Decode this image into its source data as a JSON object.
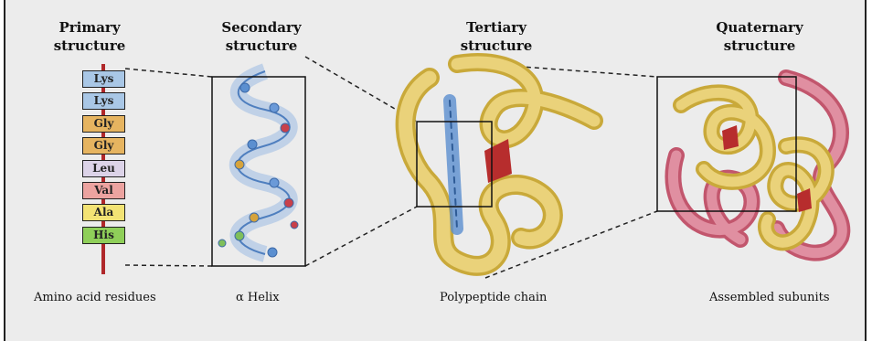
{
  "headings": {
    "primary": [
      "Primary",
      "structure"
    ],
    "secondary": [
      "Secondary",
      "structure"
    ],
    "tertiary": [
      "Tertiary",
      "structure"
    ],
    "quaternary": [
      "Quaternary",
      "structure"
    ]
  },
  "residues": [
    {
      "label": "Lys",
      "color": "#a9c7e6"
    },
    {
      "label": "Lys",
      "color": "#a9c7e6"
    },
    {
      "label": "Gly",
      "color": "#e6b460"
    },
    {
      "label": "Gly",
      "color": "#e6b460"
    },
    {
      "label": "Leu",
      "color": "#dcd3e8"
    },
    {
      "label": "Val",
      "color": "#eca3a0"
    },
    {
      "label": "Ala",
      "color": "#f3e374"
    },
    {
      "label": "His",
      "color": "#8fcf59"
    }
  ],
  "captions": {
    "primary": "Amino acid residues",
    "secondary": "α Helix",
    "tertiary": "Polypeptide chain",
    "quaternary": "Assembled subunits"
  },
  "colors": {
    "background": "#ececec",
    "helix": "#7fa6d6",
    "chain_yellow": "#e8cf63",
    "chain_red": "#d9798c",
    "backbone": "#b0282a"
  }
}
